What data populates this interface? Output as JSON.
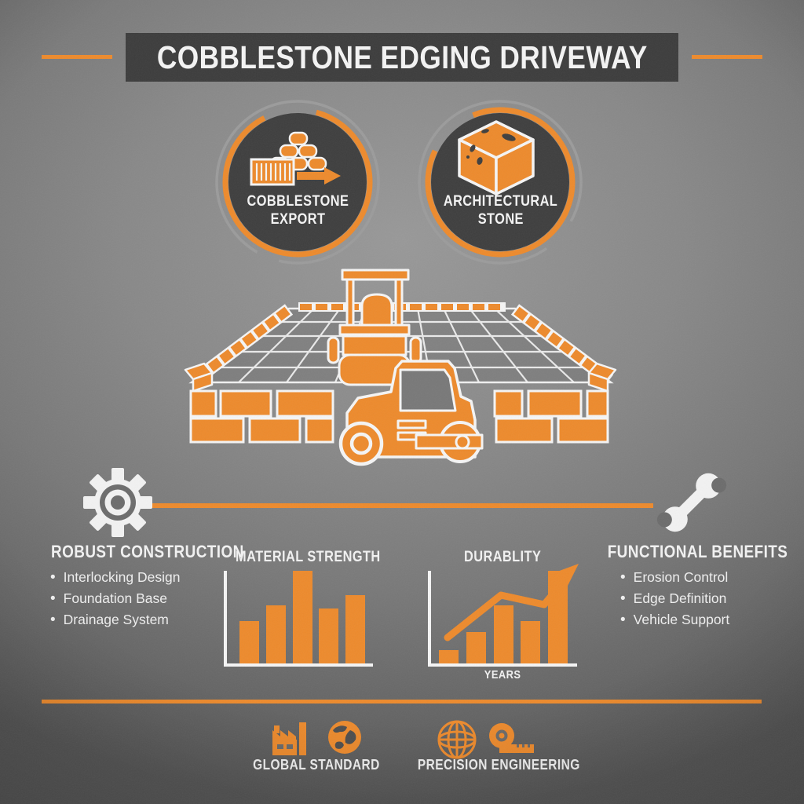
{
  "colors": {
    "orange": "#ED8A2C",
    "banner_bg": "#3C3C3C",
    "badge_bg": "#3E3E3E",
    "ring_gray": "#9B9B9B",
    "text_light": "#F2F2F2"
  },
  "header": {
    "title": "COBBLESTONE EDGING DRIVEWAY"
  },
  "badges": [
    {
      "icon": "cobblestone-export-icon",
      "label_line1": "COBBLESTONE",
      "label_line2": "EXPORT"
    },
    {
      "icon": "architectural-stone-icon",
      "label_line1": "ARCHITECTURAL",
      "label_line2": "STONE"
    }
  ],
  "illustration": {
    "icon": "driveway-paver-roller-illustration"
  },
  "sections": {
    "left": {
      "icon": "gear-icon",
      "title": "ROBUST CONSTRUCTION",
      "items": [
        "Interlocking Design",
        "Foundation Base",
        "Drainage System"
      ]
    },
    "right": {
      "icon": "wrench-icon",
      "title": "FUNCTIONAL BENEFITS",
      "items": [
        "Erosion Control",
        "Edge Definition",
        "Vehicle Support"
      ]
    }
  },
  "chart_data": [
    {
      "type": "bar",
      "title": "MATERIAL STRENGTH",
      "values": [
        46,
        63,
        100,
        59,
        74
      ],
      "ylim": [
        0,
        100
      ],
      "xlabel": "",
      "ylabel": "",
      "grid": false,
      "legend": false,
      "bar_color": "#ED8A2C",
      "axis_color": "#FFFFFF"
    },
    {
      "type": "bar",
      "title": "DURABLITY",
      "values": [
        14,
        34,
        63,
        46,
        100
      ],
      "ylim": [
        0,
        100
      ],
      "xlabel": "YEARS",
      "ylabel": "",
      "grid": false,
      "legend": false,
      "trend_arrow": true,
      "bar_color": "#ED8A2C",
      "axis_color": "#FFFFFF"
    }
  ],
  "footer": {
    "items": [
      {
        "icons": [
          "factory-icon",
          "earth-globe-icon"
        ],
        "label": "GLOBAL STANDARD"
      },
      {
        "icons": [
          "globe-grid-icon",
          "tape-measure-icon"
        ],
        "label": "PRECISION ENGINEERING"
      }
    ]
  }
}
